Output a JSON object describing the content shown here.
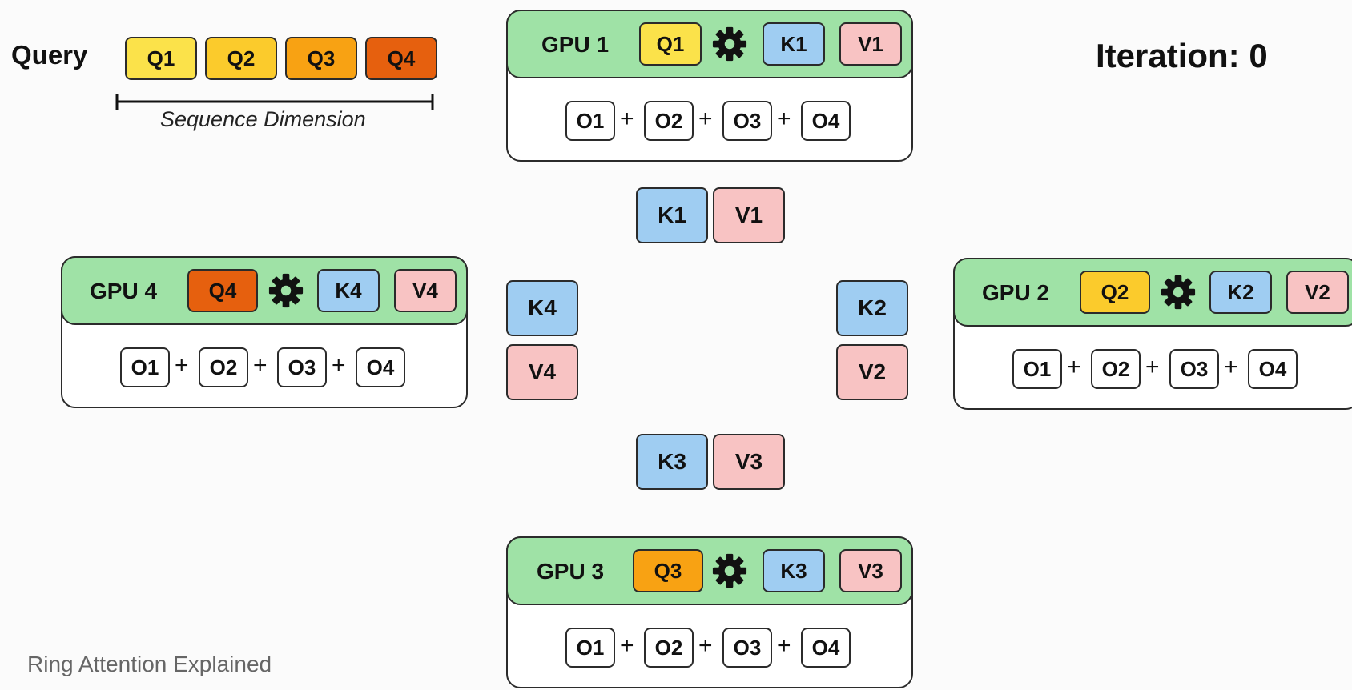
{
  "query": {
    "label": "Query",
    "tokens": [
      "Q1",
      "Q2",
      "Q3",
      "Q4"
    ],
    "axis_label": "Sequence Dimension"
  },
  "iteration": {
    "text": "Iteration: 0"
  },
  "footer": {
    "text": "Ring Attention Explained"
  },
  "gpus": [
    {
      "label": "GPU 1",
      "q": "Q1",
      "k": "K1",
      "v": "V1",
      "outputs": [
        "O1",
        "O2",
        "O3",
        "O4"
      ]
    },
    {
      "label": "GPU 2",
      "q": "Q2",
      "k": "K2",
      "v": "V2",
      "outputs": [
        "O1",
        "O2",
        "O3",
        "O4"
      ]
    },
    {
      "label": "GPU 3",
      "q": "Q3",
      "k": "K3",
      "v": "V3",
      "outputs": [
        "O1",
        "O2",
        "O3",
        "O4"
      ]
    },
    {
      "label": "GPU 4",
      "q": "Q4",
      "k": "K4",
      "v": "V4",
      "outputs": [
        "O1",
        "O2",
        "O3",
        "O4"
      ]
    }
  ],
  "plus_sign": "+",
  "transit": {
    "top": {
      "k": "K1",
      "v": "V1"
    },
    "right": {
      "k": "K2",
      "v": "V2"
    },
    "bottom": {
      "k": "K3",
      "v": "V3"
    },
    "left": {
      "k": "K4",
      "v": "V4"
    }
  },
  "colors": {
    "q1": "#fbe24a",
    "q2": "#fbcb2c",
    "q3": "#f8a213",
    "q4": "#e6600e",
    "key": "#9fcdf2",
    "value": "#f8c3c3",
    "gpu_header": "#9fe2a6"
  },
  "icons": {
    "compute": "gear-icon"
  }
}
